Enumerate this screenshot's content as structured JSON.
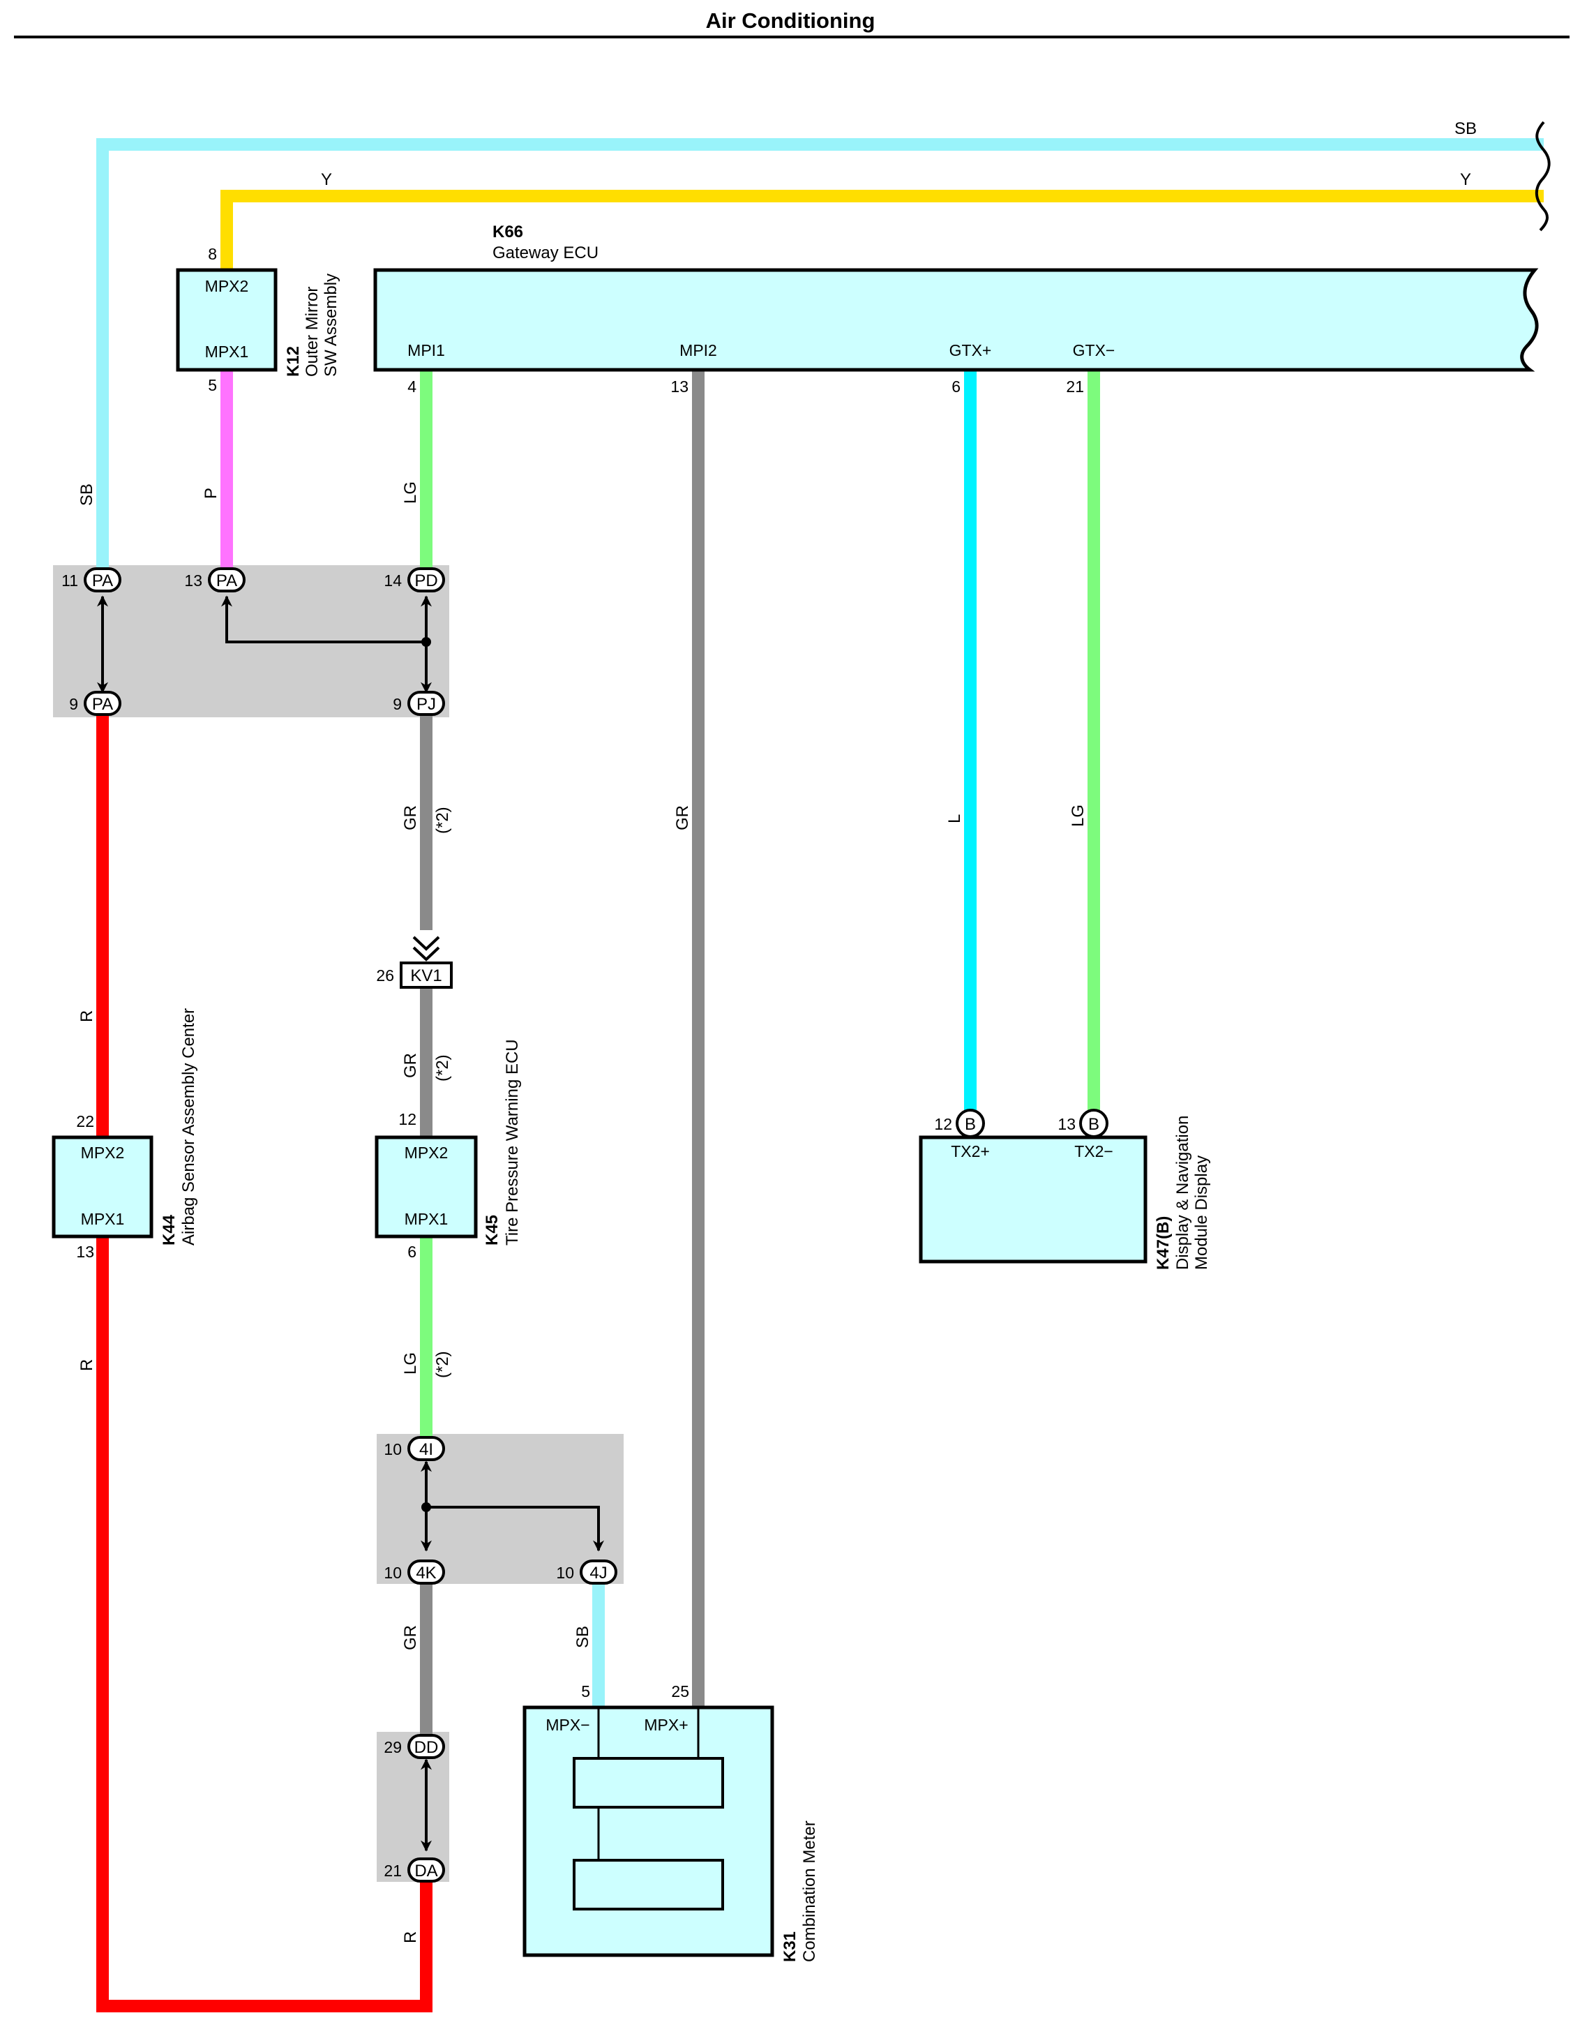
{
  "title": "Air Conditioning",
  "colors": {
    "SB": "#99F3FA",
    "Y": "#FFDE00",
    "P": "#FF73FF",
    "LG": "#7DFB7D",
    "GR": "#8A8A8A",
    "L": "#00F3FF",
    "R": "#FF0000",
    "component_fill": "#CDFFFF",
    "junction_fill": "#CECECE"
  },
  "wire_labels": {
    "top_sb": "SB",
    "top_y_left": "Y",
    "top_y_right": "Y",
    "left_sb": "SB",
    "k12_p": "P",
    "mpi1_lg": "LG",
    "pj_gr": "GR",
    "pj_note": "(*2)",
    "kv1_gr": "GR",
    "kv1_note": "(*2)",
    "k45_lg": "LG",
    "k45_note": "(*2)",
    "mpi2_gr": "GR",
    "gtx_plus_l": "L",
    "gtx_minus_lg": "LG",
    "left_r_upper": "R",
    "left_r_lower": "R",
    "k4_gr": "GR",
    "j4j_sb": "SB",
    "bottom_r": "R"
  },
  "components": {
    "k66": {
      "code": "K66",
      "name": "Gateway ECU",
      "pins": [
        {
          "label": "MPI1",
          "num": "4"
        },
        {
          "label": "MPI2",
          "num": "13"
        },
        {
          "label": "GTX+",
          "num": "6"
        },
        {
          "label": "GTX−",
          "num": "21"
        }
      ]
    },
    "k12": {
      "code": "K12",
      "name1": "Outer Mirror",
      "name2": "SW Assembly",
      "pin_top": "MPX2",
      "pin_top_num": "8",
      "pin_bottom": "MPX1",
      "pin_bottom_num": "5"
    },
    "k44": {
      "code": "K44",
      "name": "Airbag Sensor Assembly Center",
      "pin_top": "MPX2",
      "pin_top_num": "22",
      "pin_bottom": "MPX1",
      "pin_bottom_num": "13"
    },
    "k45": {
      "code": "K45",
      "name": "Tire Pressure Warning ECU",
      "pin_top": "MPX2",
      "pin_top_num": "12",
      "pin_bottom": "MPX1",
      "pin_bottom_num": "6"
    },
    "k47": {
      "code": "K47(B)",
      "name1": "Display & Navigation",
      "name2": "Module Display",
      "pin_left": "TX2+",
      "pin_left_num": "12",
      "pin_left_conn": "B",
      "pin_right": "TX2−",
      "pin_right_num": "13",
      "pin_right_conn": "B"
    },
    "k31": {
      "code": "K31",
      "name": "Combination Meter",
      "pin_left": "MPX−",
      "pin_left_num": "5",
      "pin_right": "MPX+",
      "pin_right_num": "25"
    }
  },
  "connectors": {
    "pa_11": {
      "id": "PA",
      "num": "11"
    },
    "pa_13": {
      "id": "PA",
      "num": "13"
    },
    "pd_14": {
      "id": "PD",
      "num": "14"
    },
    "pa_9": {
      "id": "PA",
      "num": "9"
    },
    "pj_9": {
      "id": "PJ",
      "num": "9"
    },
    "kv1": {
      "id": "KV1",
      "num": "26"
    },
    "c4i": {
      "id": "4I",
      "num": "10"
    },
    "c4k": {
      "id": "4K",
      "num": "10"
    },
    "c4j": {
      "id": "4J",
      "num": "10"
    },
    "dd": {
      "id": "DD",
      "num": "29"
    },
    "da": {
      "id": "DA",
      "num": "21"
    }
  }
}
